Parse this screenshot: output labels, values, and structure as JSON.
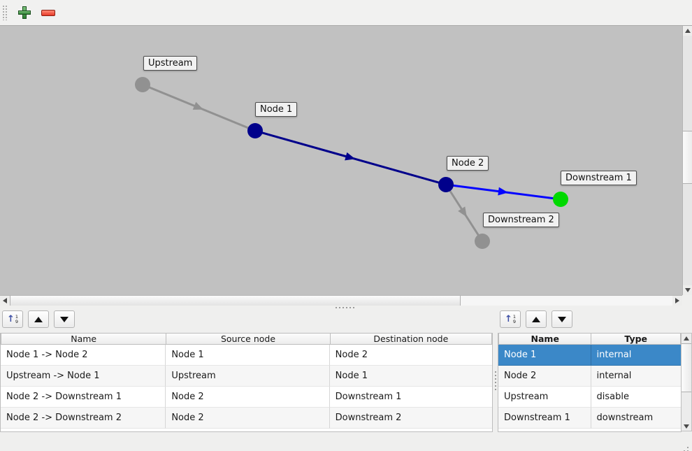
{
  "toolbar": {
    "add_button": {
      "icon": "plus-icon",
      "color": "#2e7d32"
    },
    "remove_button": {
      "icon": "minus-icon",
      "color": "#e63a28"
    }
  },
  "graph": {
    "canvas_color": "#c1c1c1",
    "selection_color": "#3b88c8",
    "nodes": [
      {
        "label": "Upstream",
        "type": "disable",
        "color": "#919191"
      },
      {
        "label": "Node 1",
        "type": "internal",
        "color": "#00008b"
      },
      {
        "label": "Node 2",
        "type": "internal",
        "color": "#00008b"
      },
      {
        "label": "Downstream 1",
        "type": "downstream",
        "color": "#00d900"
      },
      {
        "label": "Downstream 2",
        "type": "downstream",
        "color": "#919191"
      }
    ],
    "edges": [
      {
        "name": "Upstream -> Node 1",
        "color": "#919191"
      },
      {
        "name": "Node 1 -> Node 2",
        "color": "#00008b"
      },
      {
        "name": "Node 2 -> Downstream 1",
        "color": "#0505ff"
      },
      {
        "name": "Node 2 -> Downstream 2",
        "color": "#919191"
      }
    ]
  },
  "panel_toolbar": {
    "sort_icon": {
      "arrow": "↑",
      "digits": [
        "1",
        "9"
      ]
    },
    "up_icon": "triangle-up",
    "down_icon": "triangle-down"
  },
  "edges_table": {
    "headers": [
      "Name",
      "Source node",
      "Destination node"
    ],
    "rows": [
      {
        "name": "Node 1 -> Node 2",
        "source": "Node 1",
        "destination": "Node 2"
      },
      {
        "name": "Upstream -> Node 1",
        "source": "Upstream",
        "destination": "Node 1"
      },
      {
        "name": "Node 2 -> Downstream 1",
        "source": "Node 2",
        "destination": "Downstream 1"
      },
      {
        "name": "Node 2 -> Downstream 2",
        "source": "Node 2",
        "destination": "Downstream 2"
      }
    ]
  },
  "nodes_table": {
    "headers": [
      "Name",
      "Type"
    ],
    "rows": [
      {
        "name": "Node 1",
        "type": "internal",
        "selected": true
      },
      {
        "name": "Node 2",
        "type": "internal",
        "selected": false
      },
      {
        "name": "Upstream",
        "type": "disable",
        "selected": false
      },
      {
        "name": "Downstream 1",
        "type": "downstream",
        "selected": false
      }
    ]
  }
}
